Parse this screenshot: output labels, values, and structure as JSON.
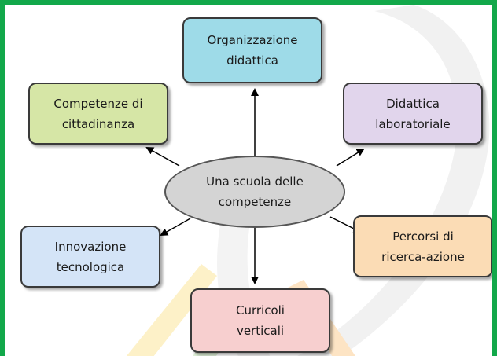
{
  "center": {
    "label": "Una scuola delle\ncompetenze"
  },
  "nodes": {
    "top": {
      "label": "Organizzazione\ndidattica",
      "fill": "#9edbe8"
    },
    "top_left": {
      "label": "Competenze di\ncittadinanza",
      "fill": "#d6e6a6"
    },
    "top_right": {
      "label": "Didattica\nlaboratoriale",
      "fill": "#e1d5ec"
    },
    "bottom_left": {
      "label": "Innovazione\ntecnologica",
      "fill": "#d4e4f7"
    },
    "bottom_right": {
      "label": "Percorsi di\nricerca-azione",
      "fill": "#fbdcb5"
    },
    "bottom": {
      "label": "Curricoli\nverticali",
      "fill": "#f7cfcf"
    }
  },
  "colors": {
    "frame": "#12a84a",
    "arrow": "#000000",
    "ellipse": "#d4d4d4"
  }
}
